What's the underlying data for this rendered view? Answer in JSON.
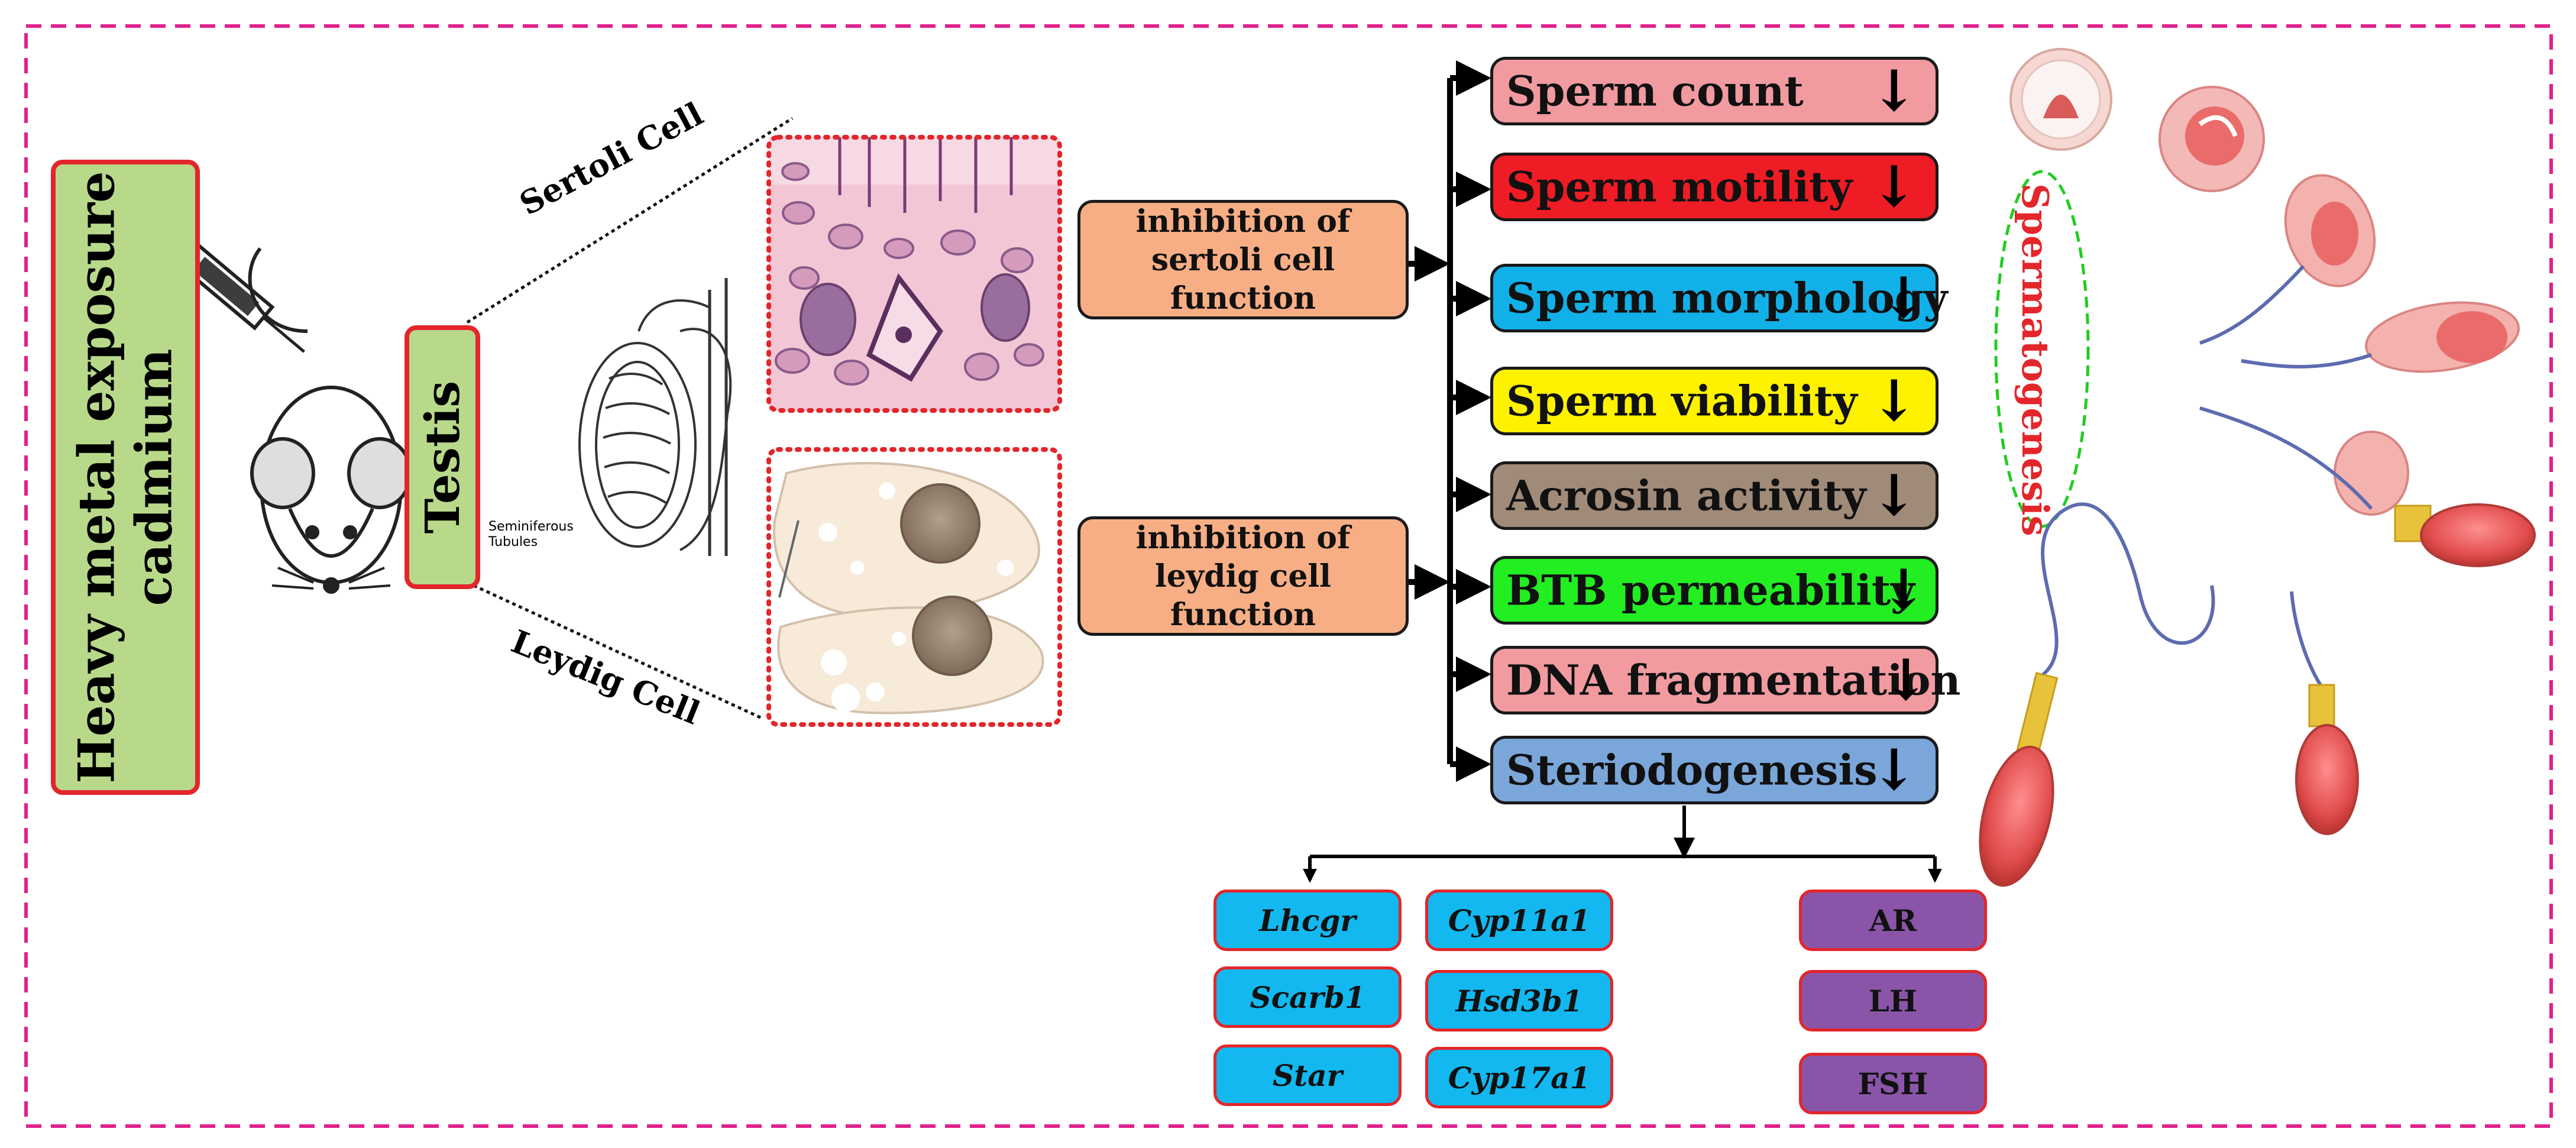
{
  "exposure": {
    "line1": "Heavy metal exposure",
    "line2": "cadmium",
    "fill": "#b8d98a",
    "border": "#e3262b"
  },
  "organ": {
    "label": "Testis"
  },
  "cells": {
    "sertoli": "Sertoli Cell",
    "leydig": "Leydig Cell",
    "tubules": "Seminiferous Tubules"
  },
  "inhibitions": [
    {
      "label": "inhibition of sertoli cell function"
    },
    {
      "label": "inhibition of leydig cell function"
    }
  ],
  "effects": [
    {
      "label": "Sperm count",
      "color": "#f19aa0"
    },
    {
      "label": "Sperm motility",
      "color": "#ee1c24"
    },
    {
      "label": "Sperm morphology",
      "color": "#12b0e8"
    },
    {
      "label": "Sperm viability",
      "color": "#fff200"
    },
    {
      "label": "Acrosin activity",
      "color": "#a08a78"
    },
    {
      "label": "BTB permeability",
      "color": "#22ee22"
    },
    {
      "label": "DNA fragmentation",
      "color": "#f19aa0"
    },
    {
      "label": "Steriodogenesis",
      "color": "#7aa6da"
    }
  ],
  "decrease_arrow": "↓",
  "genes": [
    "Lhcgr",
    "Cyp11a1",
    "Scarb1",
    "Hsd3b1",
    "Star",
    "Cyp17a1"
  ],
  "hormones": [
    "AR",
    "LH",
    "FSH"
  ],
  "process": {
    "label": "Spermatogenesis",
    "text_color": "#e3262b",
    "ring_color": "#22cc22"
  },
  "frame_color": "#e0208c"
}
